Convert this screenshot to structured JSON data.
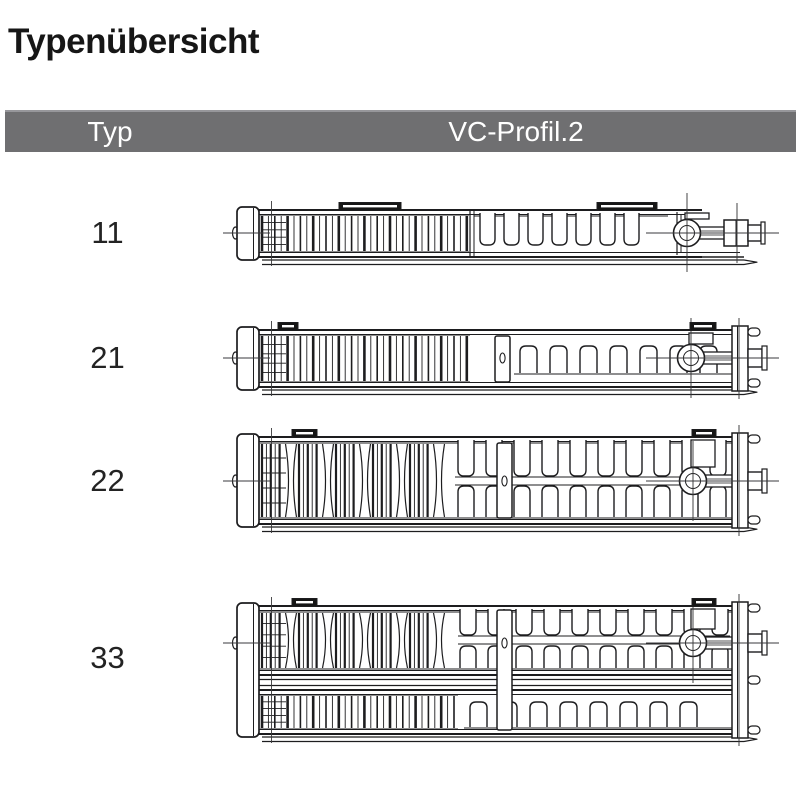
{
  "title": "Typenübersicht",
  "table": {
    "header": {
      "type_column": "Typ",
      "profile_column": "VC-Profil.2"
    },
    "rows": [
      {
        "type_label": "11",
        "drawing": "radiator-cross-section-type-11"
      },
      {
        "type_label": "21",
        "drawing": "radiator-cross-section-type-21"
      },
      {
        "type_label": "22",
        "drawing": "radiator-cross-section-type-22"
      },
      {
        "type_label": "33",
        "drawing": "radiator-cross-section-type-33"
      }
    ]
  },
  "colors": {
    "background": "#ffffff",
    "header_bar": "#6f6f71",
    "header_text": "#ffffff",
    "title_text": "#161616",
    "line_art": "#1d1d1f",
    "centerline": "#3a3a3c"
  }
}
